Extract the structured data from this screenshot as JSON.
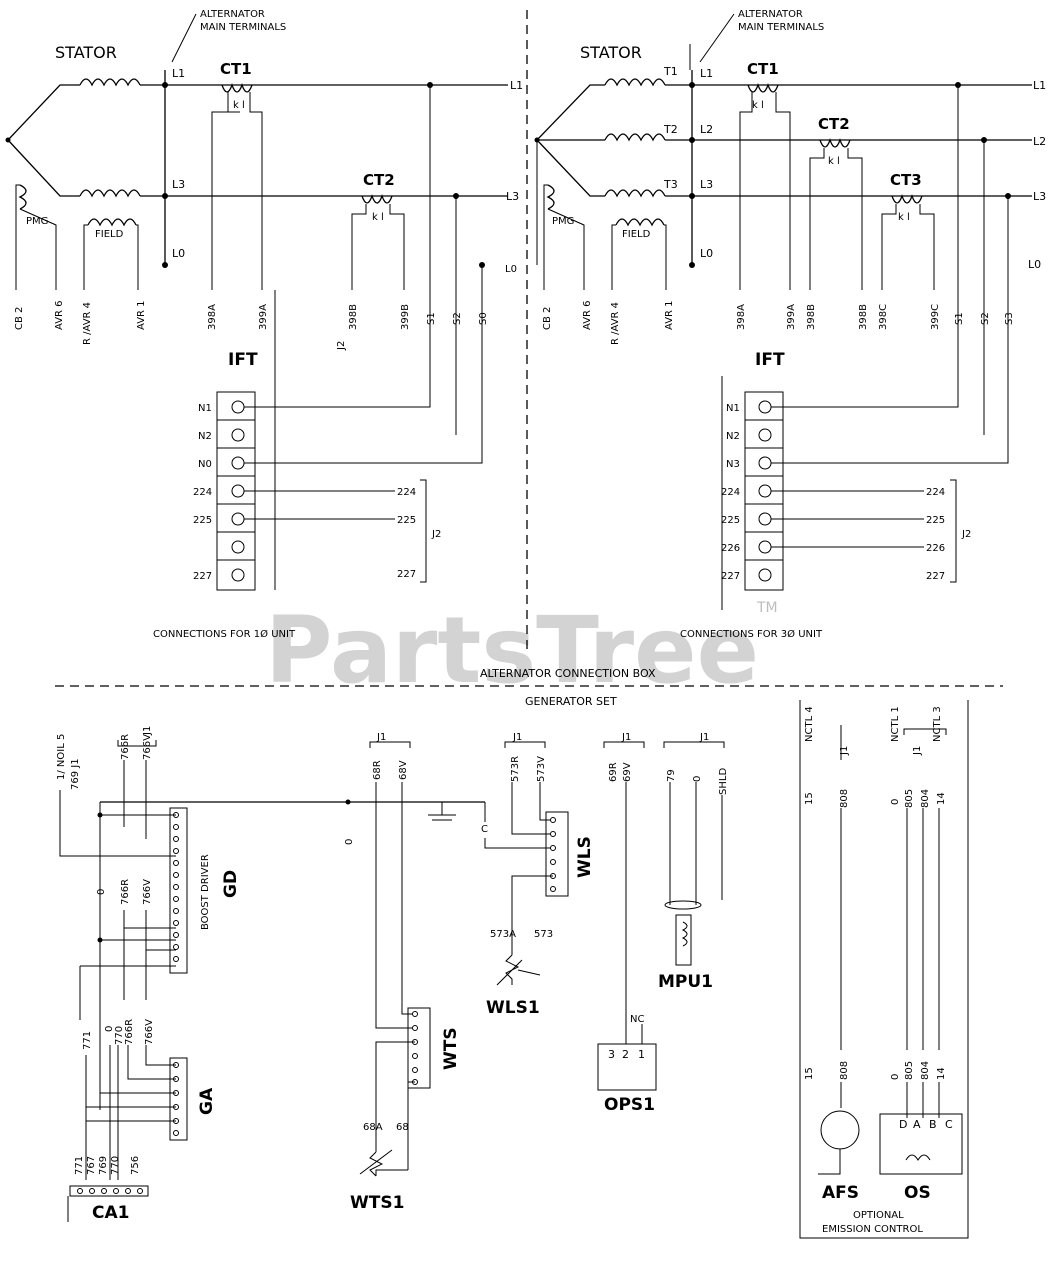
{
  "watermark": {
    "brand": "PartsTree",
    "trademark": "TM"
  },
  "header_left": {
    "stator": "STATOR",
    "callout": [
      "ALTERNATOR",
      "MAIN TERMINALS"
    ],
    "terminals": [
      "L1",
      "L3",
      "L0"
    ],
    "outputs": [
      "L1",
      "L3"
    ],
    "ct1": "CT1",
    "ct2": "CT2",
    "pmg": "PMG",
    "field": "FIELD",
    "leads": [
      "CB 2",
      "AVR 6",
      "R /AVR 4",
      "AVR 1",
      "398A",
      "399A",
      "J2",
      "398B",
      "399B",
      "S1",
      "S2",
      "S0"
    ],
    "ift": "IFT",
    "ift_rows": [
      "N1",
      "N2",
      "N0",
      "224",
      "225",
      "",
      "227"
    ],
    "j2_rows": [
      "224",
      "225",
      "227"
    ],
    "j2": "J2",
    "caption": "CONNECTIONS FOR 1Ø UNIT"
  },
  "header_right": {
    "stator": "STATOR",
    "callout": [
      "ALTERNATOR",
      "MAIN TERMINALS"
    ],
    "stator_taps": [
      "T1",
      "T2",
      "T3"
    ],
    "terminals": [
      "L1",
      "L2",
      "L3",
      "L0"
    ],
    "outputs": [
      "L1",
      "L2",
      "L3"
    ],
    "ct1": "CT1",
    "ct2": "CT2",
    "ct3": "CT3",
    "pmg": "PMG",
    "field": "FIELD",
    "l0_side": "L0",
    "l0_far": "L0",
    "leads": [
      "CB 2",
      "AVR 6",
      "R /AVR 4",
      "AVR 1",
      "398A",
      "399A",
      "398B",
      "398B",
      "398C",
      "399C",
      "S1",
      "S2",
      "S3"
    ],
    "ift": "IFT",
    "ift_rows": [
      "N1",
      "N2",
      "N3",
      "224",
      "225",
      "226",
      "227"
    ],
    "j2_rows": [
      "224",
      "225",
      "226",
      "227"
    ],
    "j2": "J2",
    "caption": "CONNECTIONS FOR 3Ø UNIT"
  },
  "box_labels": {
    "upper": "ALTERNATOR CONNECTION BOX",
    "lower": "GENERATOR SET"
  },
  "lower": {
    "gd": "GD",
    "gd_sub": "BOOST DRIVER",
    "ga": "GA",
    "ca1": "CA1",
    "wts": "WTS",
    "wts1": "WTS1",
    "wls": "WLS",
    "wls1": "WLS1",
    "mpu1": "MPU1",
    "ops1": "OPS1",
    "afs": "AFS",
    "os": "OS",
    "optional": [
      "OPTIONAL",
      "EMISSION CONTROL"
    ],
    "wires_gd": [
      "1/ NOIL 5",
      "769 J1",
      "766R",
      "766V",
      "J1",
      "0",
      "766R",
      "766V"
    ],
    "wires_ga": [
      "771",
      "0",
      "770",
      "766R",
      "766V"
    ],
    "wires_ca1": [
      "771",
      "767",
      "769",
      "770",
      "756"
    ],
    "wires_wts": [
      "J1",
      "68R",
      "68V",
      "0",
      "68A",
      "68"
    ],
    "wires_wls": [
      "J1",
      "573R",
      "573V",
      "C",
      "573A",
      "573"
    ],
    "wires_ops": [
      "J1",
      "69R",
      "69V",
      "NC",
      "3",
      "2",
      "1"
    ],
    "wires_mpu": [
      "J1",
      "79",
      "0",
      "SHLD"
    ],
    "wires_afs": [
      "NCTL 4",
      "J1",
      "15",
      "808",
      "15",
      "808"
    ],
    "wires_os": [
      "NCTL 1",
      "J1",
      "NCTL 3",
      "0",
      "805",
      "804",
      "14",
      "0",
      "805",
      "804",
      "14"
    ],
    "os_pins": [
      "D",
      "A",
      "B",
      "C"
    ]
  }
}
